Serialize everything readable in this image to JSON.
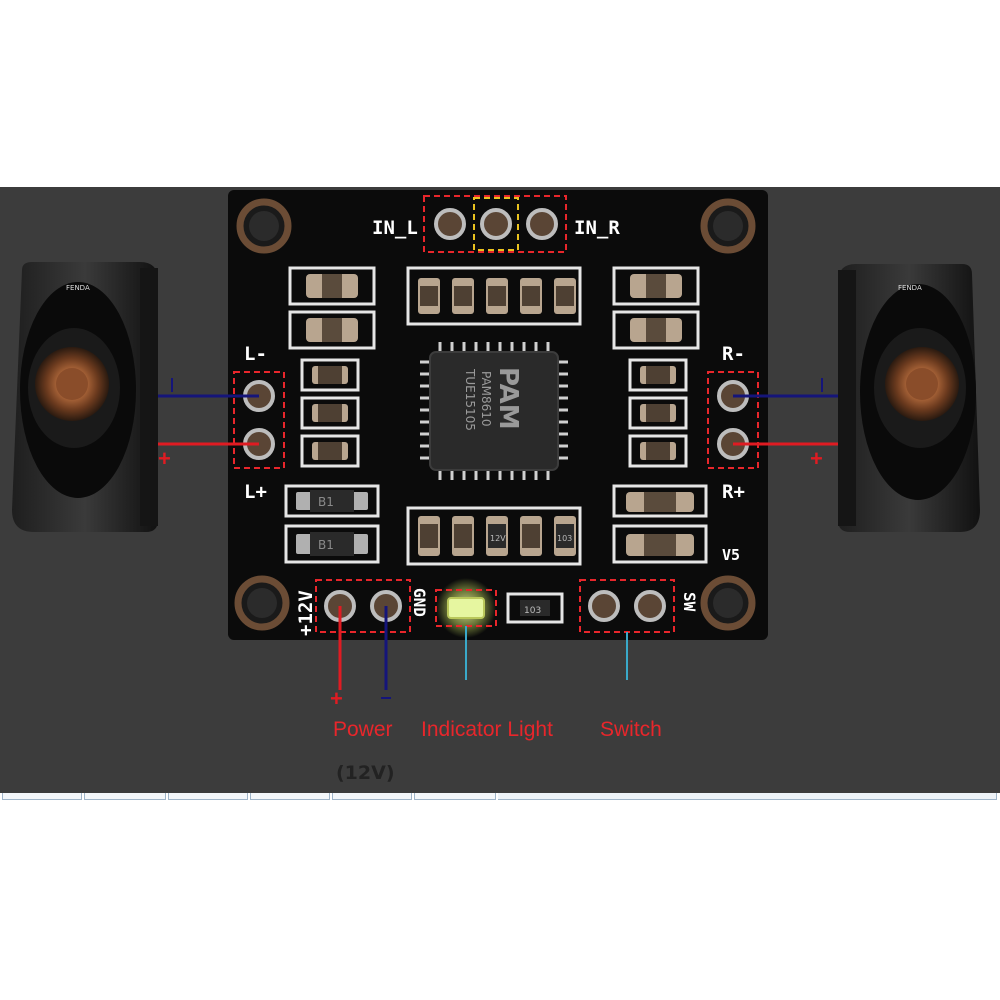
{
  "board": {
    "in_left": "IN_L",
    "in_right": "IN_R",
    "l_minus": "L-",
    "l_plus": "L+",
    "r_minus": "R-",
    "r_plus": "R+",
    "version": "V5",
    "plus12v": "+12V",
    "gnd": "GND",
    "sw": "SW",
    "chip_brand": "PAM",
    "chip_model": "PAM8610",
    "chip_code": "TUE15105",
    "diode_mark": "B1",
    "cap_mark": "12V",
    "res_mark": "103"
  },
  "wires": {
    "plus_sign": "+",
    "minus_sign": "-",
    "left_plus": "+",
    "right_plus": "+"
  },
  "captions": {
    "power": "Power",
    "power_voltage": "(12V)",
    "indicator": "Indicator Light",
    "switch": "Switch"
  },
  "speaker_brand": "FENDA",
  "colors": {
    "background_panel": "#3c3c3c",
    "pcb": "#0b0b0b",
    "wire_red": "#e01b22",
    "wire_blue": "#15157a",
    "wire_cyan": "#3aa9c9",
    "highlight_dash": "#e8262b",
    "led": "#d8f06a"
  }
}
